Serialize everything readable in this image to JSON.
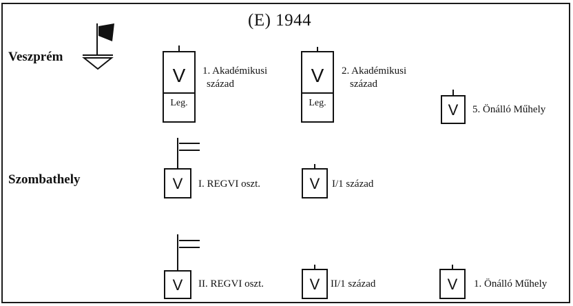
{
  "title": "(E) 1944",
  "cities": {
    "veszprem": "Veszprém",
    "szombathely": "Szombathely"
  },
  "units": {
    "veszprem_1": {
      "symbol": "V",
      "sub": "Leg.",
      "label_line1": "1. Akadémikusi",
      "label_line2": "század"
    },
    "veszprem_2": {
      "symbol": "V",
      "sub": "Leg.",
      "label_line1": "2. Akadémikusi",
      "label_line2": "század"
    },
    "veszprem_3": {
      "symbol": "V",
      "label": "5. Önálló Műhely"
    },
    "szombathely_row1_1": {
      "symbol": "V",
      "label": "I. REGVI oszt."
    },
    "szombathely_row1_2": {
      "symbol": "V",
      "label": "I/1 század"
    },
    "szombathely_row2_1": {
      "symbol": "V",
      "label": "II. REGVI oszt."
    },
    "szombathely_row2_2": {
      "symbol": "V",
      "label": "II/1 század"
    },
    "szombathely_row2_3": {
      "symbol": "V",
      "label": "1. Önálló Műhely"
    }
  },
  "icons": {
    "veszprem_hq": "airfield-flag-icon",
    "battalion_flag": "battalion-flag-icon"
  }
}
